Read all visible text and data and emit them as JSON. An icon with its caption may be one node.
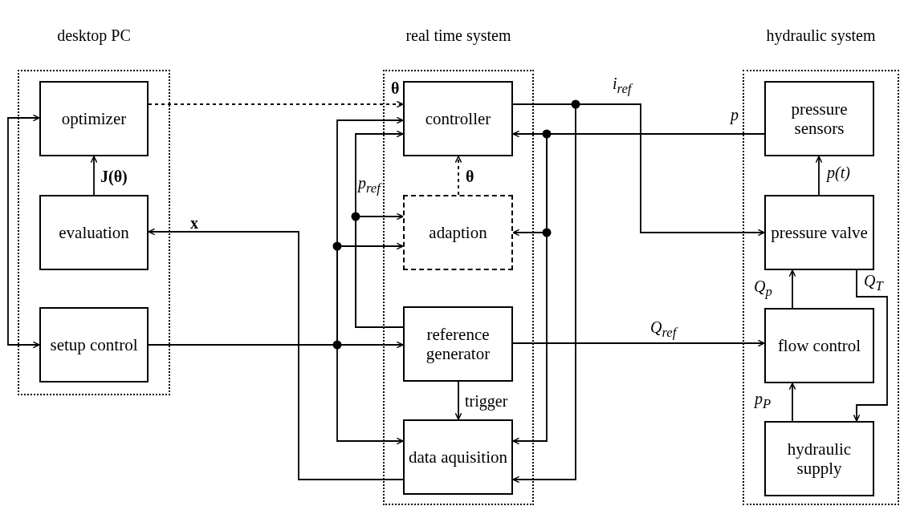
{
  "diagram": {
    "nodes": [
      {
        "text": [
          "desktop PC"
        ]
      },
      {
        "text": [
          "optimizer"
        ],
        "in": 0
      },
      {
        "text": [
          "evaluation"
        ],
        "in": 0
      },
      {
        "text": [
          "setup control"
        ],
        "in": 0
      },
      {
        "text": [
          "real time system"
        ]
      },
      {
        "text": [
          "controller"
        ],
        "in": 4
      },
      {
        "text": [
          "adaption"
        ],
        "in": 4
      },
      {
        "text": [
          "reference generator"
        ],
        "in": 4
      },
      {
        "text": [
          "data aquisition"
        ],
        "in": 4
      },
      {
        "text": [
          "hydraulic system"
        ]
      },
      {
        "text": [
          "pressure sensors"
        ],
        "in": 9
      },
      {
        "text": [
          "pressure valve"
        ],
        "in": 9
      },
      {
        "text": [
          "flow control"
        ],
        "in": 9
      },
      {
        "text": [
          "hydraulic supply"
        ],
        "in": 9
      }
    ],
    "edges": [
      {
        "from": 1,
        "to": 3,
        "arrow": "both"
      },
      {
        "from": 2,
        "to": 1,
        "arrow": "to",
        "label": "J(θ)"
      },
      {
        "from": 1,
        "to": 5,
        "arrow": "to",
        "label": "θ",
        "style": "dashed"
      },
      {
        "from": 6,
        "to": 5,
        "arrow": "to",
        "label": "θ",
        "style": "dashed"
      },
      {
        "from": 3,
        "to": 7,
        "arrow": "to"
      },
      {
        "from": 3,
        "to": 5,
        "arrow": "to"
      },
      {
        "from": 3,
        "to": 6,
        "arrow": "to"
      },
      {
        "from": 3,
        "to": 8,
        "arrow": "to"
      },
      {
        "from": 7,
        "to": 5,
        "arrow": "to",
        "label": "p$_{ref}$"
      },
      {
        "from": 7,
        "to": 6,
        "arrow": "to"
      },
      {
        "from": 7,
        "to": 8,
        "arrow": "to",
        "label": "trigger"
      },
      {
        "from": 7,
        "to": 12,
        "arrow": "to",
        "label": "Q$_{ref}$"
      },
      {
        "from": 5,
        "to": 11,
        "arrow": "to",
        "label": "i$_{ref}$"
      },
      {
        "from": 5,
        "to": 8,
        "arrow": "to"
      },
      {
        "from": 10,
        "to": 5,
        "arrow": "to",
        "label": "p"
      },
      {
        "from": 10,
        "to": 6,
        "arrow": "to"
      },
      {
        "from": 10,
        "to": 8,
        "arrow": "to"
      },
      {
        "from": 8,
        "to": 2,
        "arrow": "to",
        "label": "x"
      },
      {
        "from": 11,
        "to": 10,
        "arrow": "to",
        "label": "p(t)"
      },
      {
        "from": 12,
        "to": 11,
        "arrow": "to",
        "label": "Q$_{p}$"
      },
      {
        "from": 11,
        "to": 13,
        "arrow": "to",
        "label": "Q$_{T}$"
      },
      {
        "from": 13,
        "to": 12,
        "arrow": "to",
        "label": "p$_{P}$"
      }
    ]
  }
}
